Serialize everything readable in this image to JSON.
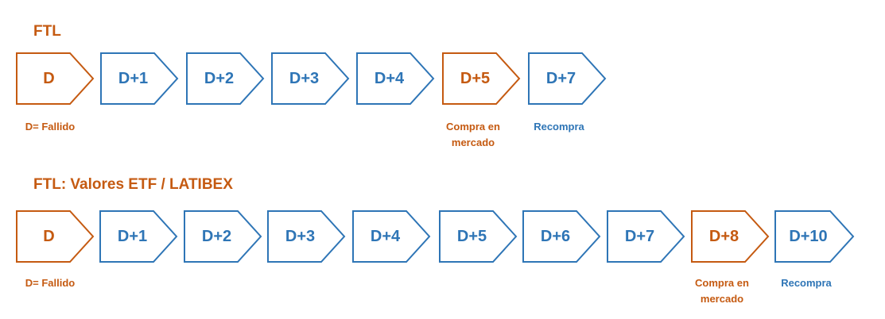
{
  "colors": {
    "orange": "#C55A11",
    "blue": "#2E75B6"
  },
  "section_1": {
    "title": "FTL",
    "steps": [
      {
        "label": "D",
        "accent": "orange"
      },
      {
        "label": "D+1",
        "accent": "blue"
      },
      {
        "label": "D+2",
        "accent": "blue"
      },
      {
        "label": "D+3",
        "accent": "blue"
      },
      {
        "label": "D+4",
        "accent": "blue"
      },
      {
        "label": "D+5",
        "accent": "orange"
      },
      {
        "label": "D+7",
        "accent": "blue"
      }
    ],
    "notes": [
      {
        "step": 0,
        "lines": [
          "D= Fallido"
        ],
        "accent": "orange"
      },
      {
        "step": 5,
        "lines": [
          "Compra en",
          "mercado"
        ],
        "accent": "orange"
      },
      {
        "step": 6,
        "lines": [
          "Recompra"
        ],
        "accent": "blue"
      }
    ]
  },
  "section_2": {
    "title": "FTL: Valores ETF / LATIBEX",
    "steps": [
      {
        "label": "D",
        "accent": "orange"
      },
      {
        "label": "D+1",
        "accent": "blue"
      },
      {
        "label": "D+2",
        "accent": "blue"
      },
      {
        "label": "D+3",
        "accent": "blue"
      },
      {
        "label": "D+4",
        "accent": "blue"
      },
      {
        "label": "D+5",
        "accent": "blue"
      },
      {
        "label": "D+6",
        "accent": "blue"
      },
      {
        "label": "D+7",
        "accent": "blue"
      },
      {
        "label": "D+8",
        "accent": "orange"
      },
      {
        "label": "D+10",
        "accent": "blue"
      }
    ],
    "notes": [
      {
        "step": 0,
        "lines": [
          "D= Fallido"
        ],
        "accent": "orange"
      },
      {
        "step": 8,
        "lines": [
          "Compra en",
          "mercado"
        ],
        "accent": "orange"
      },
      {
        "step": 9,
        "lines": [
          "Recompra"
        ],
        "accent": "blue"
      }
    ]
  }
}
